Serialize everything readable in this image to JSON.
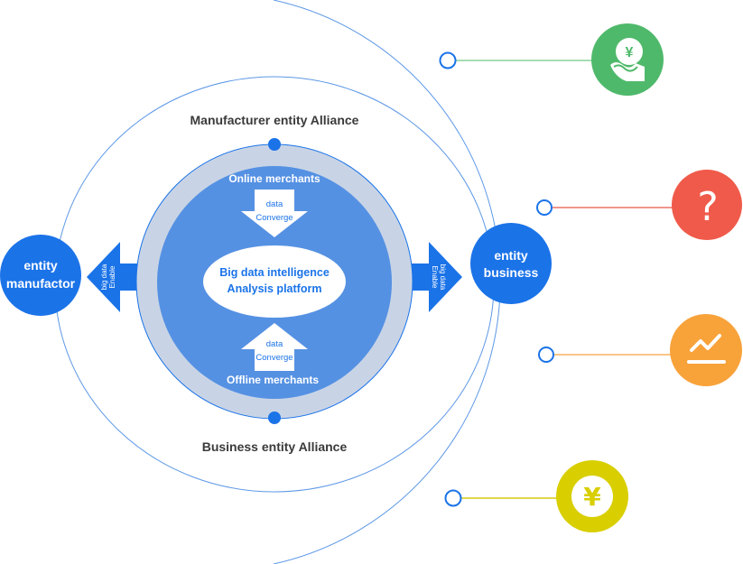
{
  "colors": {
    "primary_blue": "#1b73e8",
    "platform_blue": "#5591e3",
    "ring_gray": "#c8d4e6",
    "orbit_line": "#5d98e6",
    "label_dark": "#3a3a3a",
    "white": "#ffffff"
  },
  "platform": {
    "center_line1": "Big data intelligence",
    "center_line2": "Analysis platform",
    "top_label": "Online merchants",
    "bottom_label": "Offline merchants",
    "top_arrow": {
      "line1": "data",
      "line2": "Converge",
      "direction": "down"
    },
    "bottom_arrow": {
      "line1": "data",
      "line2": "Converge",
      "direction": "up"
    }
  },
  "alliances": {
    "top": "Manufacturer entity Alliance",
    "bottom": "Business entity Alliance"
  },
  "side_nodes": {
    "left": {
      "line1": "entity",
      "line2": "manufactor"
    },
    "right": {
      "line1": "entity",
      "line2": "business"
    }
  },
  "enable_arrows": {
    "left": {
      "line1": "big data",
      "line2": "Enable",
      "direction": "left"
    },
    "right": {
      "line1": "big data",
      "line2": "Enable",
      "direction": "right"
    }
  },
  "feature_icons": [
    {
      "name": "hand-yen-icon",
      "color": "#4fb96b",
      "line_color": "#a6dcb3",
      "glyph": "¥"
    },
    {
      "name": "question-icon",
      "color": "#f05a4a",
      "line_color": "#e8584a",
      "glyph": "?"
    },
    {
      "name": "trend-chart-icon",
      "color": "#f8a23a",
      "line_color": "#f3a43c",
      "glyph": ""
    },
    {
      "name": "yen-coin-icon",
      "color": "#d8ce00",
      "line_color": "#d6cc10",
      "glyph": "¥"
    }
  ]
}
